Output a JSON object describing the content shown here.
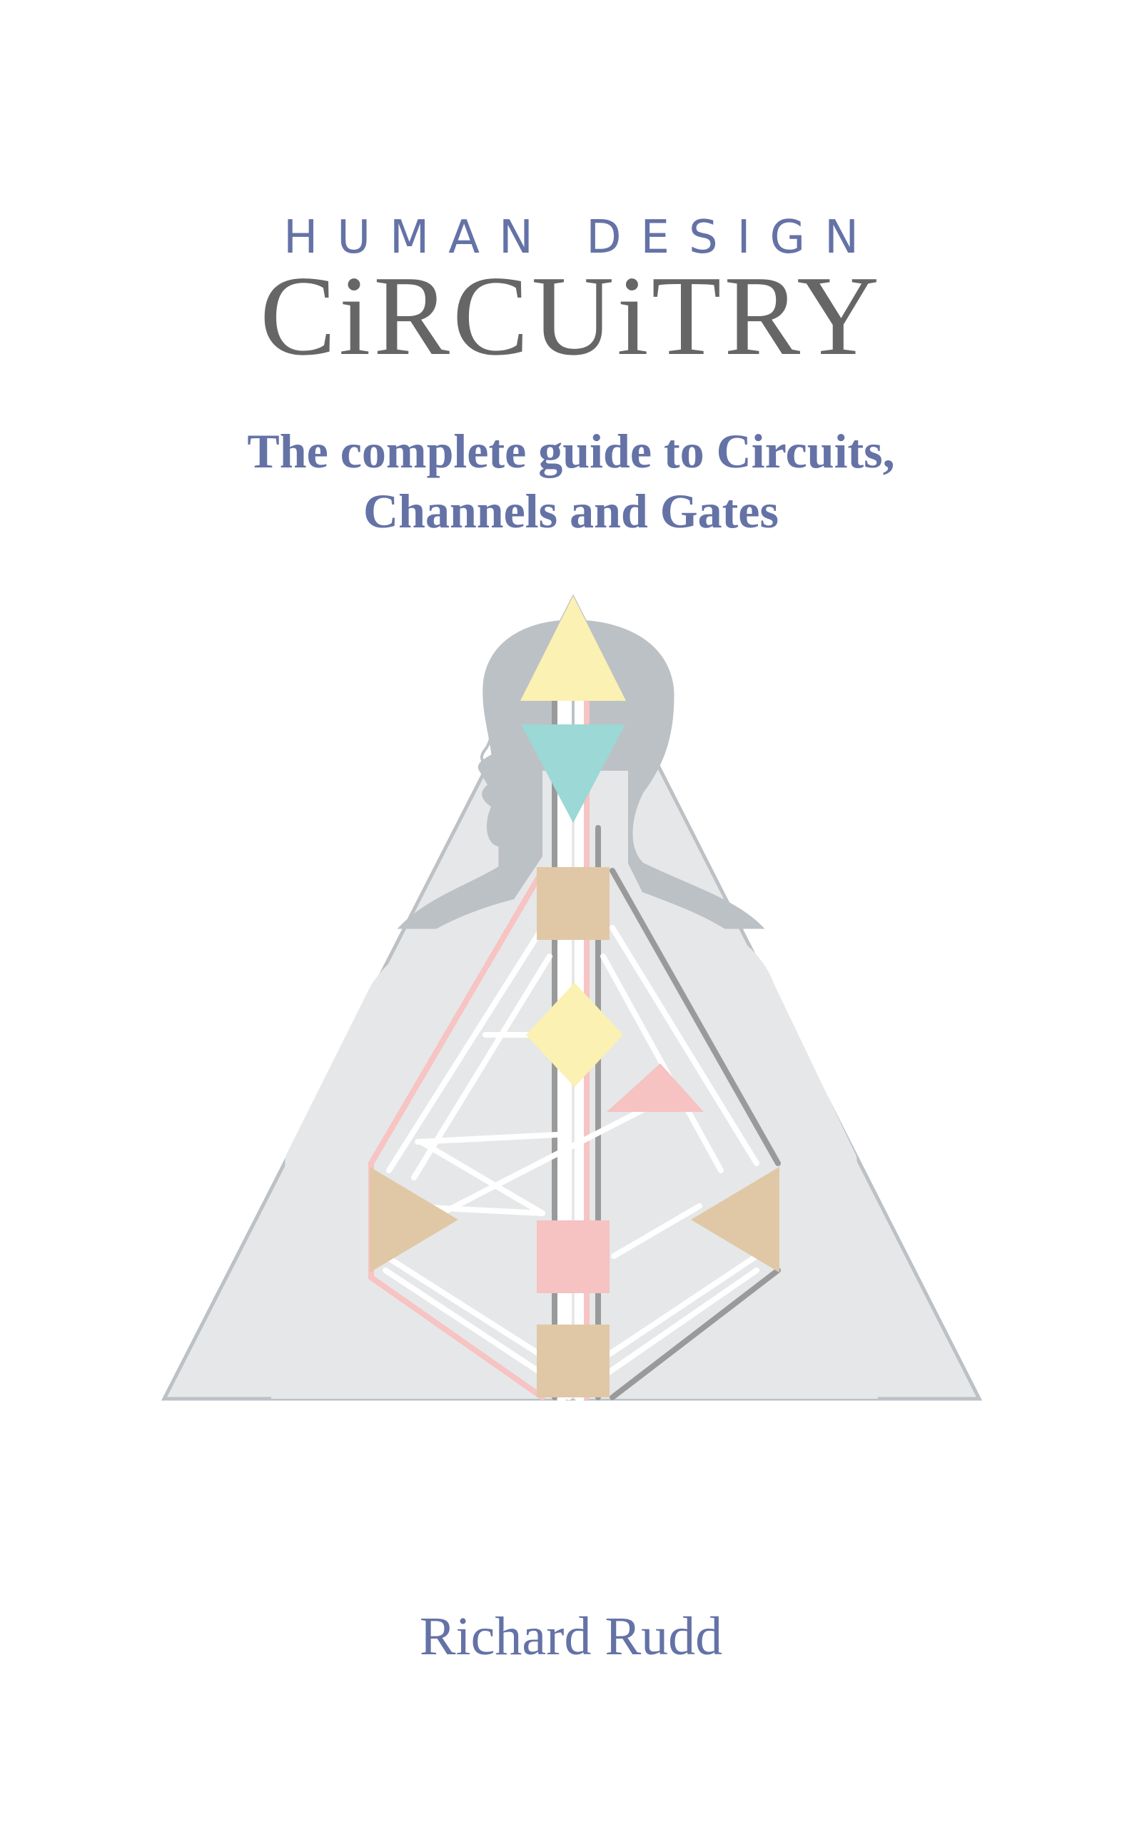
{
  "cover": {
    "series": "HUMAN DESIGN",
    "title": "CiRCUiTRY",
    "subtitle_line1": "The complete guide to Circuits,",
    "subtitle_line2": "Channels and Gates",
    "author": "Richard Rudd"
  },
  "colors": {
    "text_blue": "#6472a6",
    "title_gray": "#666666",
    "triangle_fill": "#e6e7e8",
    "silhouette": "#bcc1c6",
    "head_center": "#fbf1b2",
    "ajna_center": "#9cd8d5",
    "ochre_center": "#e0c8a6",
    "pink_center": "#f6c2c2",
    "channel_pink": "#f7c3c3",
    "channel_gray": "#9a9a9a"
  }
}
